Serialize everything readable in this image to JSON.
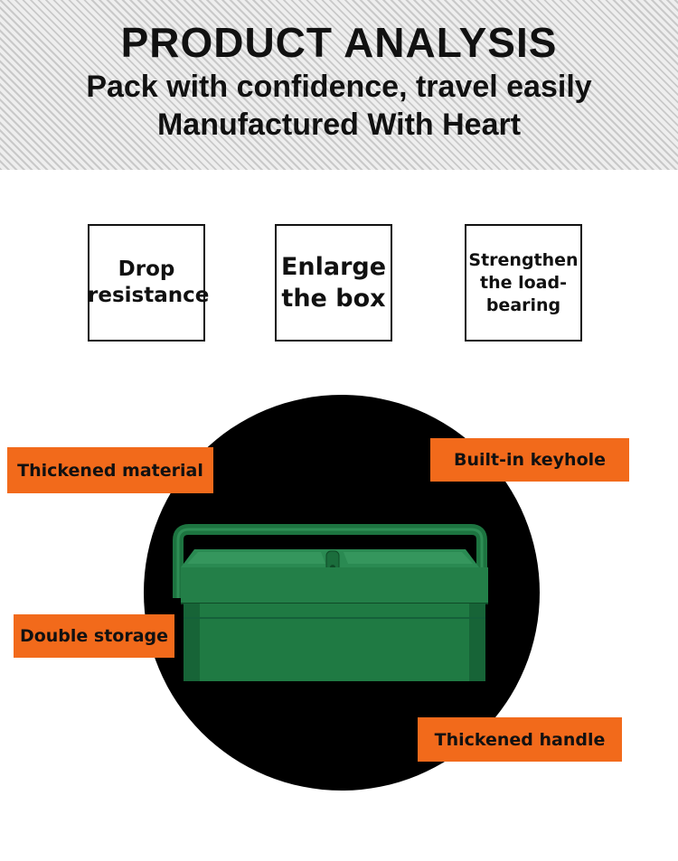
{
  "header": {
    "title": "PRODUCT ANALYSIS",
    "tagline_1": "Pack with confidence, travel easily",
    "tagline_2": "Manufactured With Heart"
  },
  "features": [
    {
      "label": "Drop resistance"
    },
    {
      "label": "Enlarge the box"
    },
    {
      "label": "Strengthen the load-bearing"
    }
  ],
  "callouts": {
    "thickened_material": "Thickened material",
    "built_in_keyhole": "Built-in keyhole",
    "double_storage": "Double storage",
    "thickened_handle": "Thickened handle"
  },
  "colors": {
    "accent": "#f26a1b",
    "toolbox_green": "#1f7a43",
    "background_circle": "#000000"
  }
}
